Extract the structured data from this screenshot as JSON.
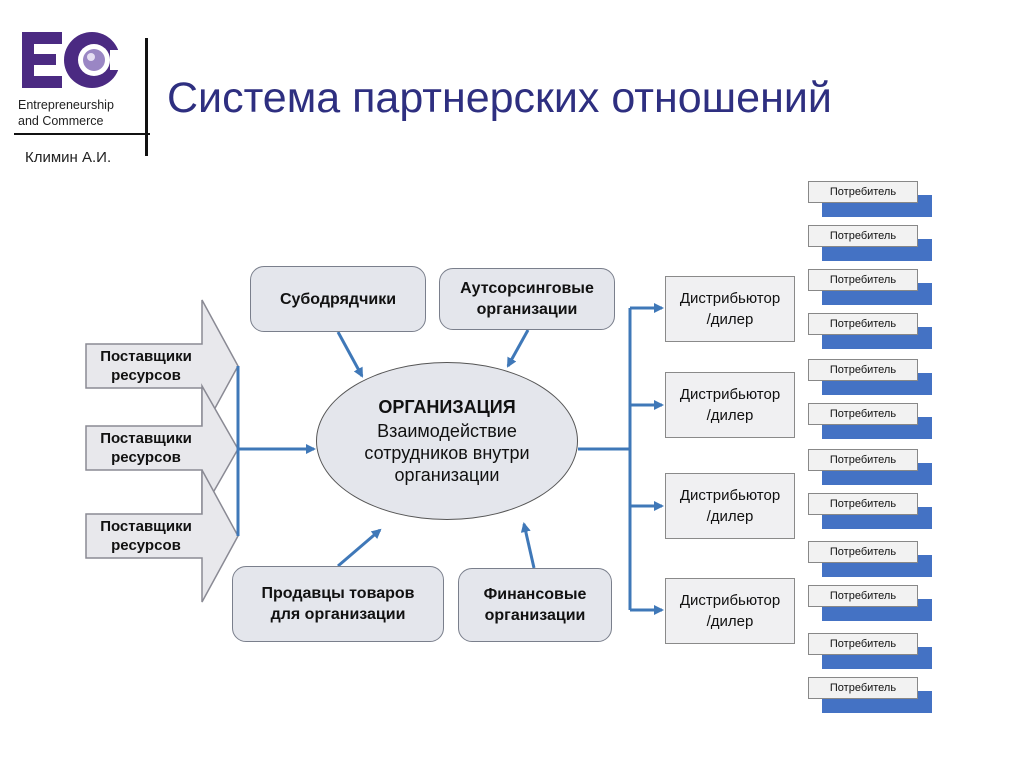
{
  "header": {
    "logo_text": "EC",
    "logo_line1": "Entrepreneurship",
    "logo_line2": "and Commerce",
    "author": "Климин А.И.",
    "title": "Система партнерских отношений"
  },
  "colors": {
    "title": "#2e2f80",
    "logo": "#4b2a82",
    "arrow": "#3f78b8",
    "consumer_shadow": "#4472c4",
    "box_fill": "#e4e6ec"
  },
  "diagram": {
    "center": {
      "label": "ОРГАНИЗАЦИЯ",
      "line1": "Взаимодействие",
      "line2": "сотрудников внутри",
      "line3": "организации"
    },
    "subcontractors": "Субодрядчики",
    "outsourcing": {
      "line1": "Аутсорсинговые",
      "line2": "организации"
    },
    "sellers": {
      "line1": "Продавцы товаров",
      "line2": "для организации"
    },
    "financial": {
      "line1": "Финансовые",
      "line2": "организации"
    },
    "suppliers": [
      {
        "line1": "Поставщики",
        "line2": "ресурсов"
      },
      {
        "line1": "Поставщики",
        "line2": "ресурсов"
      },
      {
        "line1": "Поставщики",
        "line2": "ресурсов"
      }
    ],
    "distributors": [
      {
        "line1": "Дистрибьютор",
        "line2": "/дилер"
      },
      {
        "line1": "Дистрибьютор",
        "line2": "/дилер"
      },
      {
        "line1": "Дистрибьютор",
        "line2": "/дилер"
      },
      {
        "line1": "Дистрибьютор",
        "line2": "/дилер"
      }
    ],
    "consumers": [
      "Потребитель",
      "Потребитель",
      "Потребитель",
      "Потребитель",
      "Потребитель",
      "Потребитель",
      "Потребитель",
      "Потребитель",
      "Потребитель",
      "Потребитель",
      "Потребитель",
      "Потребитель"
    ]
  }
}
